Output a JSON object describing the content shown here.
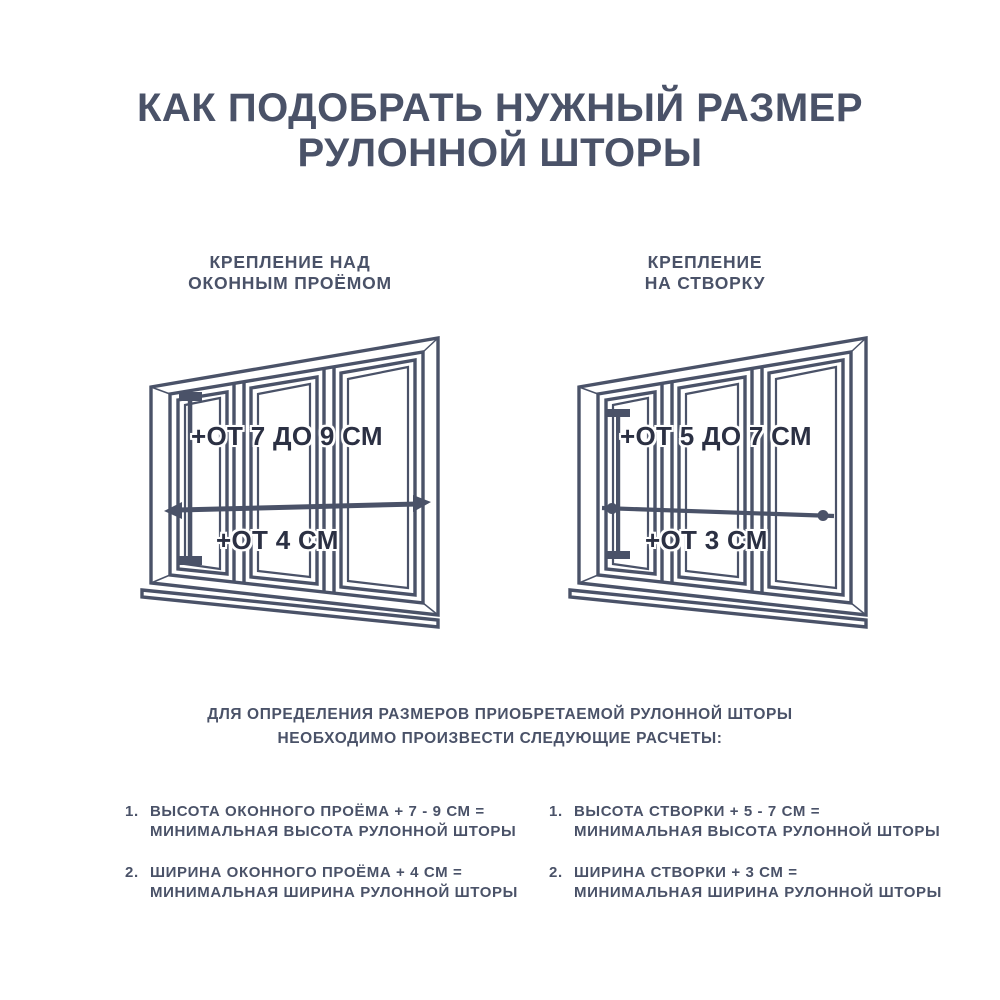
{
  "colors": {
    "background": "#ffffff",
    "ink": "#4a5268",
    "label_ink": "#2b3043"
  },
  "title": {
    "line1": "КАК ПОДОБРАТЬ НУЖНЫЙ РАЗМЕР",
    "line2": "РУЛОННОЙ ШТОРЫ"
  },
  "mount_overhead": {
    "heading_line1": "КРЕПЛЕНИЕ НАД",
    "heading_line2": "ОКОННЫМ ПРОЁМОМ",
    "height_allowance_label": "+ОТ 7 ДО 9 СМ",
    "width_allowance_label": "+ОТ 4 СМ"
  },
  "mount_sash": {
    "heading_line1": "КРЕПЛЕНИЕ",
    "heading_line2": "НА СТВОРКУ",
    "height_allowance_label": "+ОТ 5 ДО 7 СМ",
    "width_allowance_label": "+ОТ 3 СМ"
  },
  "intro": {
    "line1": "ДЛЯ ОПРЕДЕЛЕНИЯ РАЗМЕРОВ ПРИОБРЕТАЕМОЙ РУЛОННОЙ ШТОРЫ",
    "line2": "НЕОБХОДИМО ПРОИЗВЕСТИ СЛЕДУЮЩИЕ РАСЧЕТЫ:"
  },
  "calculations_overhead": [
    {
      "num": "1.",
      "formula": "ВЫСОТА ОКОННОГО ПРОЁМА + 7 - 9 СМ =",
      "result": "МИНИМАЛЬНАЯ ВЫСОТА РУЛОННОЙ ШТОРЫ"
    },
    {
      "num": "2.",
      "formula": "ШИРИНА ОКОННОГО ПРОЁМА + 4 СМ =",
      "result": "МИНИМАЛЬНАЯ ШИРИНА РУЛОННОЙ ШТОРЫ"
    }
  ],
  "calculations_sash": [
    {
      "num": "1.",
      "formula": "ВЫСОТА СТВОРКИ + 5 - 7 СМ =",
      "result": "МИНИМАЛЬНАЯ ВЫСОТА РУЛОННОЙ ШТОРЫ"
    },
    {
      "num": "2.",
      "formula": "ШИРИНА СТВОРКИ + 3 СМ =",
      "result": "МИНИМАЛЬНАЯ ШИРИНА РУЛОННОЙ ШТОРЫ"
    }
  ]
}
